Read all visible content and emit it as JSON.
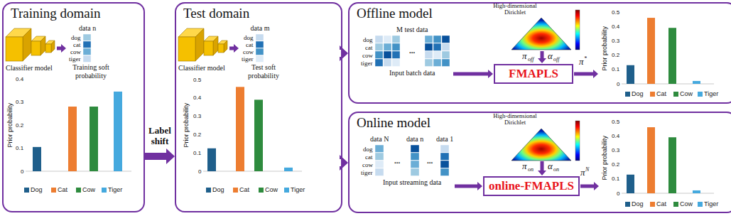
{
  "diagram": {
    "nodes": [
      {
        "text": [
          "Training domain"
        ]
      },
      {
        "text": [
          "Test domain"
        ]
      },
      {
        "text": [
          "Offline model"
        ]
      },
      {
        "text": [
          "Online model"
        ]
      },
      {
        "text": [
          "FMAPLS"
        ],
        "in": 2
      },
      {
        "text": [
          "online-FMAPLS"
        ],
        "in": 3
      }
    ],
    "edges": [
      {
        "from": 0,
        "to": 1,
        "arrow": "to",
        "label": "Label shift"
      },
      {
        "from": 1,
        "to": 2,
        "arrow": "to"
      },
      {
        "from": 1,
        "to": 3,
        "arrow": "to"
      }
    ],
    "labels": [
      "data n",
      "dog",
      "cat",
      "cow",
      "tiger",
      "Classifier model",
      "Training soft probability",
      "Prior probability",
      "0.4",
      "0.3",
      "0.2",
      "0.1",
      "0",
      "data m",
      "dog",
      "cat",
      "cow",
      "tiger",
      "Classifier model",
      "Test soft probability",
      "Prior probability",
      "0.5",
      "0.4",
      "0.3",
      "0.2",
      "0.1",
      "0",
      "High-dimensional Dirichlet",
      "M test data",
      "dog",
      "cat",
      "cow",
      "tiger",
      "...",
      "Input batch data",
      "π",
      "off",
      "α",
      "off",
      "π",
      "*",
      "Prior probability",
      "0.5",
      "0.4",
      "0.3",
      "0.2",
      "0.1",
      "0",
      "High-dimensional Dirichlet",
      "data N",
      "data n",
      "data 1",
      "dog",
      "cat",
      "cow",
      "tiger",
      "...",
      "...",
      "Input streaming data",
      "π",
      "on",
      "α",
      "on",
      "π",
      "N",
      "Prior probability",
      "0.5",
      "0.4",
      "0.3",
      "0.2",
      "0.1",
      "0"
    ],
    "legend": [
      {
        "text": "Dog",
        "color": "#1f5f8b"
      },
      {
        "text": "Cat",
        "color": "#ed7d31"
      },
      {
        "text": "Cow",
        "color": "#2e8b3e"
      },
      {
        "text": "Tiger",
        "color": "#45a9de"
      },
      {
        "text": "Dog",
        "color": "#1f5f8b"
      },
      {
        "text": "Cat",
        "color": "#ed7d31"
      },
      {
        "text": "Cow",
        "color": "#2e8b3e"
      },
      {
        "text": "Tiger",
        "color": "#45a9de"
      },
      {
        "text": "Dog",
        "color": "#1f5f8b"
      },
      {
        "text": "Cat",
        "color": "#ed7d31"
      },
      {
        "text": "Cow",
        "color": "#2e8b3e"
      },
      {
        "text": "Tiger",
        "color": "#45a9de"
      },
      {
        "text": "Dog",
        "color": "#1f5f8b"
      },
      {
        "text": "Cat",
        "color": "#ed7d31"
      },
      {
        "text": "Cow",
        "color": "#2e8b3e"
      },
      {
        "text": "Tiger",
        "color": "#45a9de"
      }
    ]
  }
}
